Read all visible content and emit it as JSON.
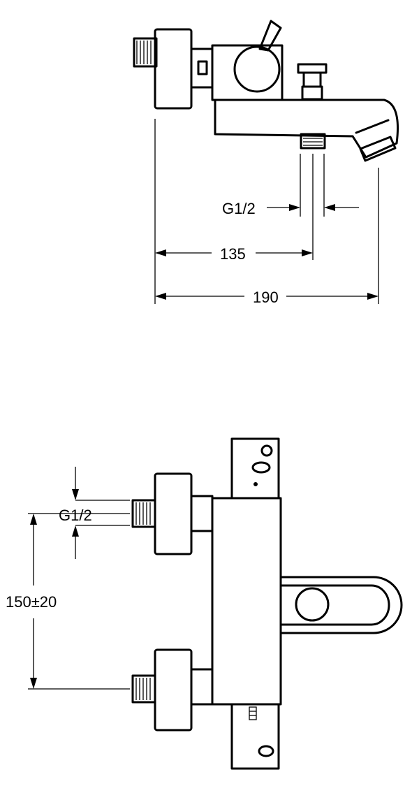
{
  "top_view": {
    "dim_g12": "G1/2",
    "dim_135": "135",
    "dim_190": "190"
  },
  "front_view": {
    "dim_g12": "G1/2",
    "dim_150": "150±20"
  }
}
